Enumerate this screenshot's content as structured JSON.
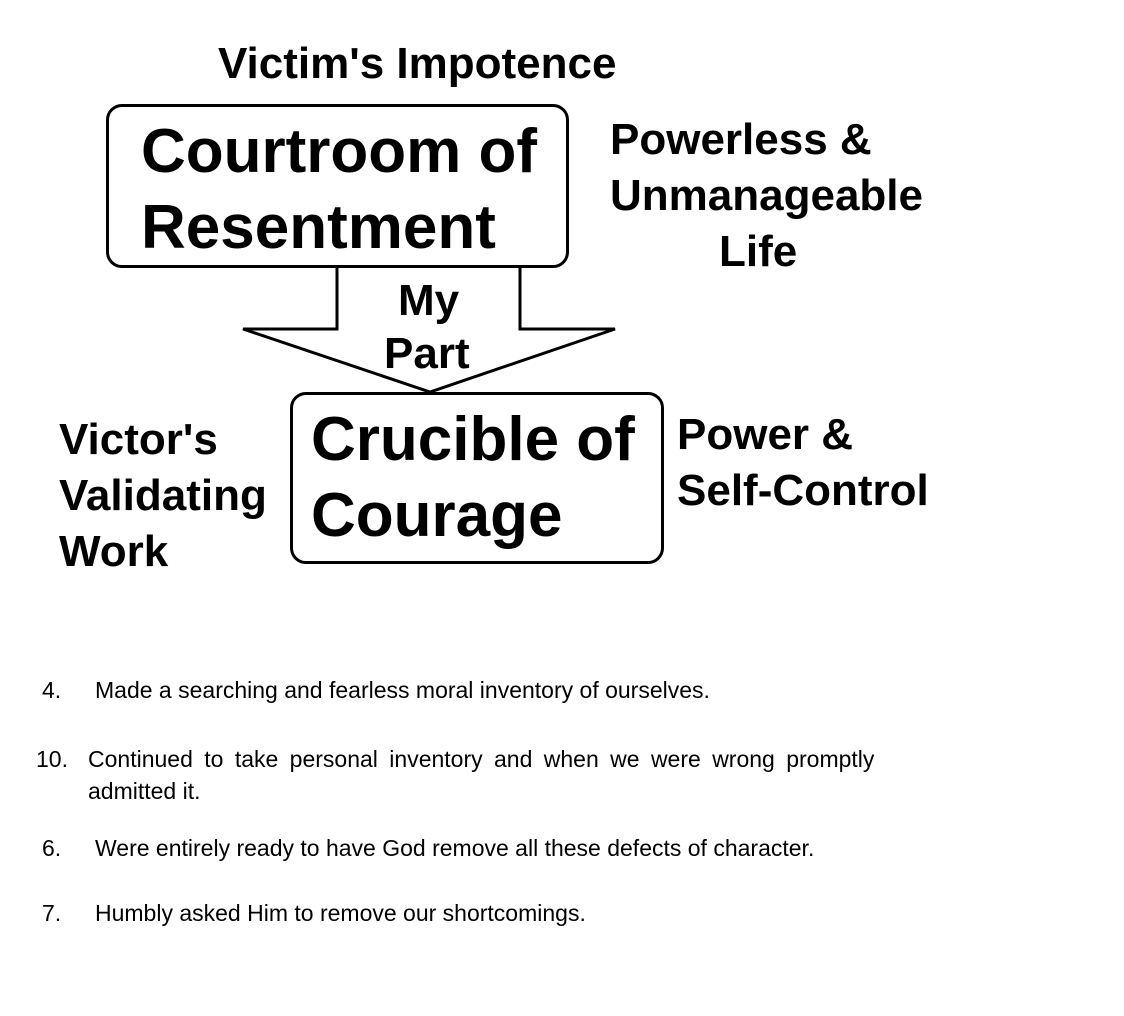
{
  "diagram": {
    "top_label": "Victim's Impotence",
    "box_top": [
      "Courtroom of",
      "Resentment"
    ],
    "right_top": [
      "Powerless &",
      "Unmanageable",
      "Life"
    ],
    "arrow_label": [
      "My",
      "Part"
    ],
    "box_bottom": [
      "Crucible of",
      "Courage"
    ],
    "left_bottom": [
      "Victor's",
      "Validating",
      "Work"
    ],
    "right_bottom": [
      "Power &",
      "Self-Control"
    ]
  },
  "steps": [
    {
      "number": "4.",
      "text": "Made a searching and fearless moral inventory of ourselves."
    },
    {
      "number": "10.",
      "text": "Continued to take personal inventory and when we were wrong promptly",
      "text2": "admitted it."
    },
    {
      "number": "6.",
      "text": "Were entirely ready to have God remove all these defects of character."
    },
    {
      "number": "7.",
      "text": "Humbly asked Him to remove our shortcomings."
    }
  ]
}
